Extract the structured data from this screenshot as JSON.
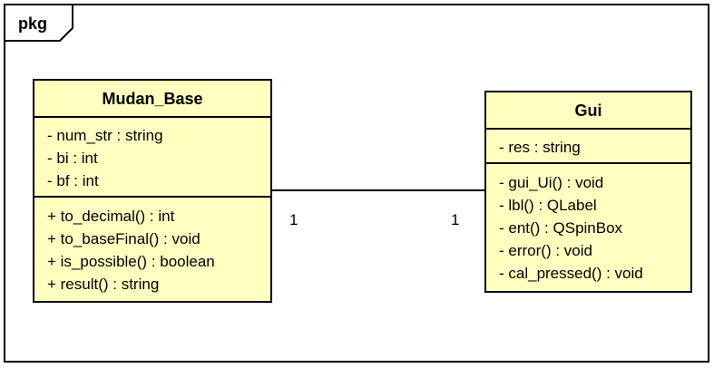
{
  "package": {
    "label": "pkg"
  },
  "classes": [
    {
      "name": "Mudan_Base",
      "attributes": [
        "- num_str : string",
        "- bi : int",
        "- bf : int"
      ],
      "operations": [
        "+ to_decimal() : int",
        "+ to_baseFinal() : void",
        "+ is_possible() : boolean",
        "+ result() : string"
      ]
    },
    {
      "name": "Gui",
      "attributes": [
        "- res : string"
      ],
      "operations": [
        "- gui_Ui() : void",
        "- lbl() : QLabel",
        "- ent() : QSpinBox",
        "- error() : void",
        "- cal_pressed() : void"
      ]
    }
  ],
  "association": {
    "left_multiplicity": "1",
    "right_multiplicity": "1"
  },
  "colors": {
    "class_fill": "#ffffc0",
    "stroke": "#000000"
  }
}
